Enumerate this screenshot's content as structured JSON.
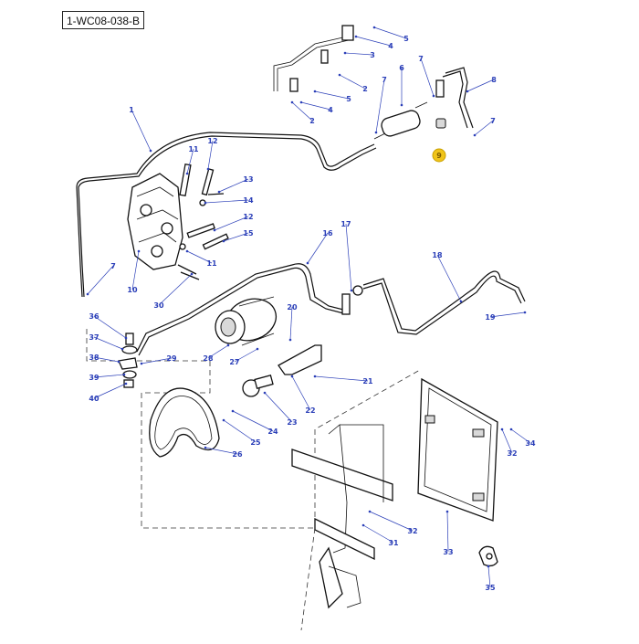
{
  "reference_code": "1-WC08-038-B",
  "highlight": {
    "label": "9",
    "color": "#f0c419"
  },
  "callout_color": "#2b3fb8",
  "callouts": [
    {
      "id": "c5a",
      "label": "5"
    },
    {
      "id": "c4a",
      "label": "4"
    },
    {
      "id": "c3",
      "label": "3"
    },
    {
      "id": "c2a",
      "label": "2"
    },
    {
      "id": "c5b",
      "label": "5"
    },
    {
      "id": "c4b",
      "label": "4"
    },
    {
      "id": "c2b",
      "label": "2"
    },
    {
      "id": "c7a",
      "label": "7"
    },
    {
      "id": "c6",
      "label": "6"
    },
    {
      "id": "c7b",
      "label": "7"
    },
    {
      "id": "c8",
      "label": "8"
    },
    {
      "id": "c7c",
      "label": "7"
    },
    {
      "id": "c1",
      "label": "1"
    },
    {
      "id": "c11a",
      "label": "11"
    },
    {
      "id": "c12a",
      "label": "12"
    },
    {
      "id": "c13",
      "label": "13"
    },
    {
      "id": "c14",
      "label": "14"
    },
    {
      "id": "c12b",
      "label": "12"
    },
    {
      "id": "c15",
      "label": "15"
    },
    {
      "id": "c11b",
      "label": "11"
    },
    {
      "id": "c10",
      "label": "10"
    },
    {
      "id": "c30",
      "label": "30"
    },
    {
      "id": "c7d",
      "label": "7"
    },
    {
      "id": "c17",
      "label": "17"
    },
    {
      "id": "c16",
      "label": "16"
    },
    {
      "id": "c18",
      "label": "18"
    },
    {
      "id": "c19",
      "label": "19"
    },
    {
      "id": "c36",
      "label": "36"
    },
    {
      "id": "c37",
      "label": "37"
    },
    {
      "id": "c38",
      "label": "38"
    },
    {
      "id": "c39",
      "label": "39"
    },
    {
      "id": "c40",
      "label": "40"
    },
    {
      "id": "c29",
      "label": "29"
    },
    {
      "id": "c28",
      "label": "28"
    },
    {
      "id": "c20",
      "label": "20"
    },
    {
      "id": "c27",
      "label": "27"
    },
    {
      "id": "c21",
      "label": "21"
    },
    {
      "id": "c22",
      "label": "22"
    },
    {
      "id": "c23",
      "label": "23"
    },
    {
      "id": "c24",
      "label": "24"
    },
    {
      "id": "c25",
      "label": "25"
    },
    {
      "id": "c26",
      "label": "26"
    },
    {
      "id": "c32a",
      "label": "32"
    },
    {
      "id": "c34",
      "label": "34"
    },
    {
      "id": "c32b",
      "label": "32"
    },
    {
      "id": "c31",
      "label": "31"
    },
    {
      "id": "c33",
      "label": "33"
    },
    {
      "id": "c35",
      "label": "35"
    }
  ]
}
